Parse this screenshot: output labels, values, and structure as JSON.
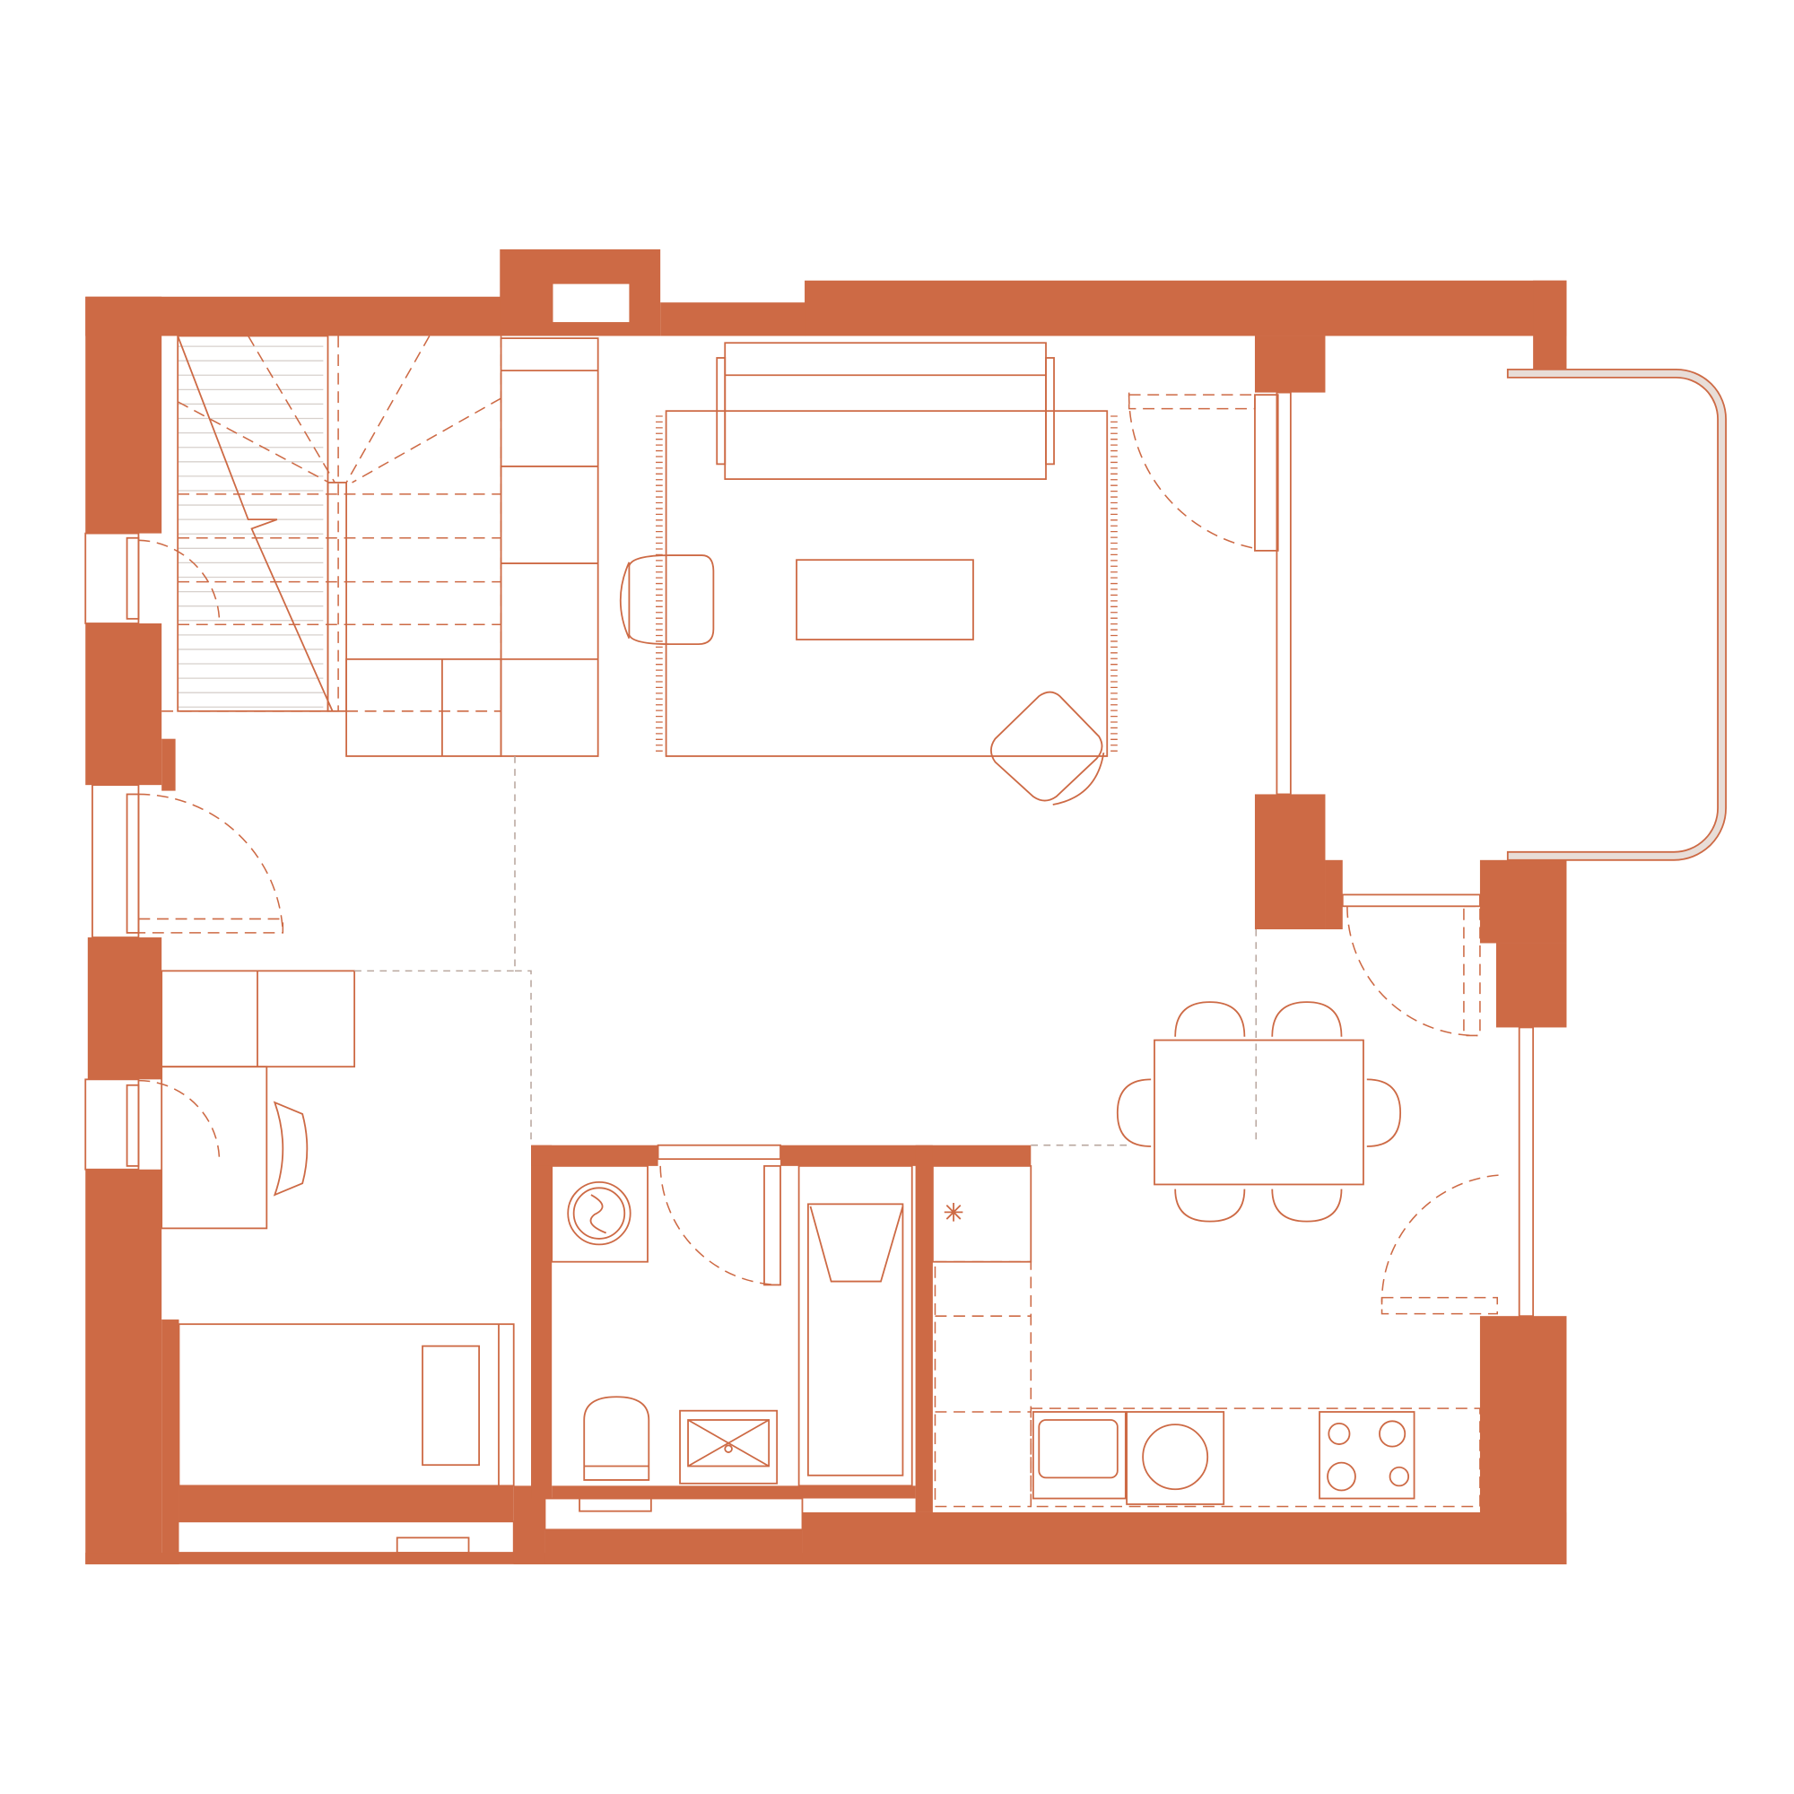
{
  "colors": {
    "wall": "#CD6A45",
    "background": "#FFFFFF",
    "stair_treads": "#D7D0CC",
    "zone_boundary": "#B9A79F"
  },
  "rooms": [
    "stair",
    "living",
    "entrance",
    "study",
    "bedroom",
    "bathroom",
    "utility",
    "kitchen-dining",
    "balcony"
  ]
}
